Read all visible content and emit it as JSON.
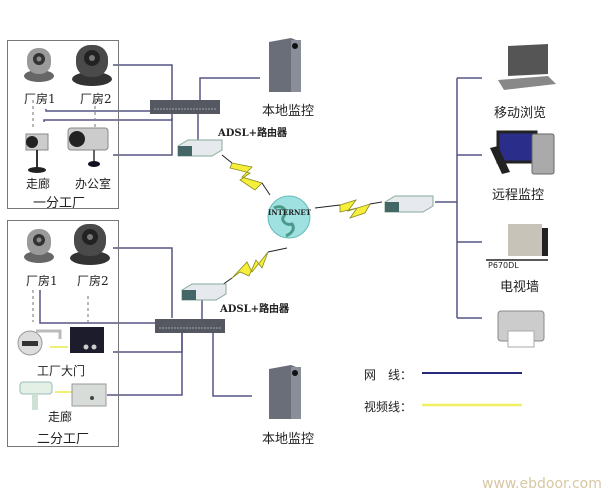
{
  "colors": {
    "network_line": "#2a2a7a",
    "video_line": "#f0f060",
    "wire": "#555585",
    "lightning": "#f5ee3a"
  },
  "factory1": {
    "title": "一分工厂",
    "cameras": [
      {
        "label": "厂房1"
      },
      {
        "label": "厂房2"
      },
      {
        "label": "走廊"
      },
      {
        "label": "办公室"
      }
    ]
  },
  "factory2": {
    "title": "二分工厂",
    "cameras": [
      {
        "label": "厂房1"
      },
      {
        "label": "厂房2"
      },
      {
        "label": "工厂大门"
      },
      {
        "label": "走廊"
      }
    ]
  },
  "local_monitor_top": {
    "label": "本地监控"
  },
  "local_monitor_bottom": {
    "label": "本地监控"
  },
  "router_top": {
    "label": "ADSL+路由器"
  },
  "router_bottom": {
    "label": "ADSL+路由器"
  },
  "internet": {
    "label": "INTERNET"
  },
  "remote": {
    "items": [
      {
        "label": "移动浏览",
        "icon": "laptop-icon"
      },
      {
        "label": "远程监控",
        "icon": "desktop-pc-icon"
      },
      {
        "label": "电视墙",
        "icon": "tv-wall-icon",
        "model": "P670DL"
      },
      {
        "label": "",
        "icon": "printer-icon"
      }
    ]
  },
  "legend": {
    "items": [
      {
        "label": "网　线：",
        "type": "network"
      },
      {
        "label": "视频线：",
        "type": "video"
      }
    ]
  },
  "watermark": "www.ebdoor.com"
}
